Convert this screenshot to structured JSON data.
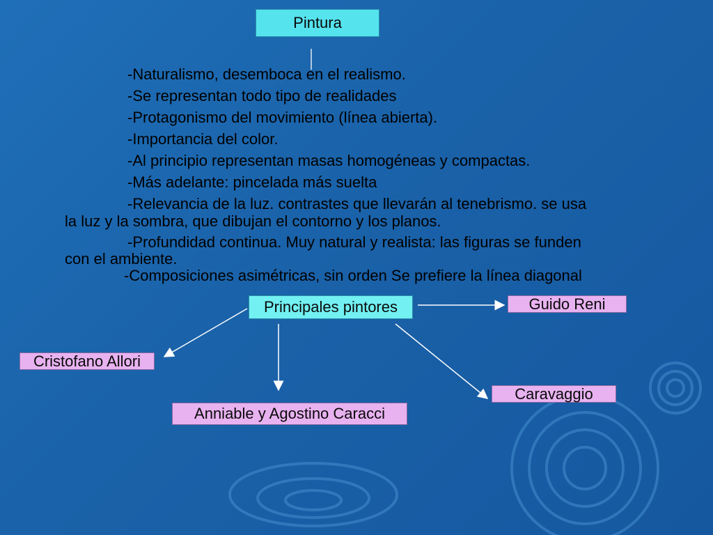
{
  "title": "Pintura",
  "points": [
    "-Naturalismo, desemboca en el realismo.",
    "-Se representan todo tipo de realidades",
    "-Protagonismo del movimiento (línea abierta).",
    "-Importancia del color.",
    "-Al principio representan masas homogéneas y compactas.",
    "-Más adelante: pincelada más suelta"
  ],
  "wrapped_points": [
    {
      "first": "-Relevancia de la luz. contrastes que llevarán al tenebrismo. se usa",
      "rest": "la luz y la sombra, que dibujan el contorno y los planos."
    },
    {
      "first": "-Profundidad continua. Muy natural y realista: las figuras se funden",
      "rest": "con el ambiente."
    }
  ],
  "last_point": "-Composiciones asimétricas, sin orden Se prefiere la línea diagonal",
  "diagram": {
    "center": "Principales pintores",
    "painters": {
      "reni": "Guido Reni",
      "allori": "Cristofano Allori",
      "caravaggio": "Caravaggio",
      "caracci": "Anniable y Agostino Caracci"
    }
  },
  "colors": {
    "background": "#1a62a9",
    "title_box": "#55e3ee",
    "center_box": "#72f0f2",
    "painter_box": "#e8b2f0",
    "arrow": "#ffffff"
  }
}
